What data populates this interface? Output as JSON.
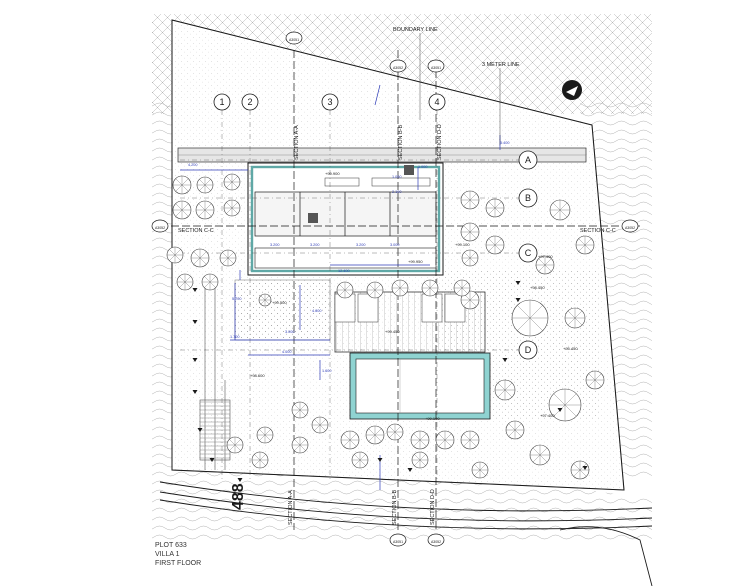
{
  "drawing": {
    "plot_label": "PLOT 633",
    "villa_label": "VILLA 1",
    "floor_label": "FIRST FLOOR",
    "boundary_line_label": "BOUNDARY LINE",
    "three_meter_line_label": "3 METER LINE",
    "road_number": "488",
    "north_arrow": "north-arrow-icon"
  },
  "grid": {
    "columns": [
      "1",
      "2",
      "3",
      "4"
    ],
    "rows": [
      "A",
      "B",
      "C",
      "D"
    ]
  },
  "sections": {
    "aa": "SECTION A-A",
    "bb": "SECTION B-B",
    "cc": "SECTION C-C",
    "dd": "SECTION D-D"
  },
  "section_refs": {
    "top_1": "A3051",
    "top_2": "A3052",
    "top_3": "A3051",
    "bottom_1": "A3051",
    "bottom_2": "A3052",
    "left": "A3052",
    "right": "A3052"
  },
  "levels": {
    "l1": "+99.900",
    "l2": "+99.950",
    "l3": "+99.500",
    "l4": "+99.450",
    "l5": "+97.400",
    "l6": "+99.100",
    "l7": "+98.600",
    "l8": "+98.450",
    "l9": "+99.100",
    "l10": "+95.450",
    "l11": "+97.400"
  },
  "dimensions": {
    "d1": "4.200",
    "d2": "1.000",
    "d3": "5.400",
    "d4": "3.200",
    "d5": "3.200",
    "d6": "2.100",
    "d7": "12.400",
    "d8": "1.700",
    "d9": "4.000",
    "d10": "3.000",
    "d11": "5.700",
    "d12": "4.600",
    "d13": "1.600",
    "d14": "1.000",
    "d15": "3.200",
    "d16": "3.000"
  },
  "colors": {
    "line": "#1a1a1a",
    "dim": "#2f3db8",
    "pool": "#8fd3d1",
    "slab": "#5fa8a6",
    "hatch": "#9a9a9a"
  }
}
